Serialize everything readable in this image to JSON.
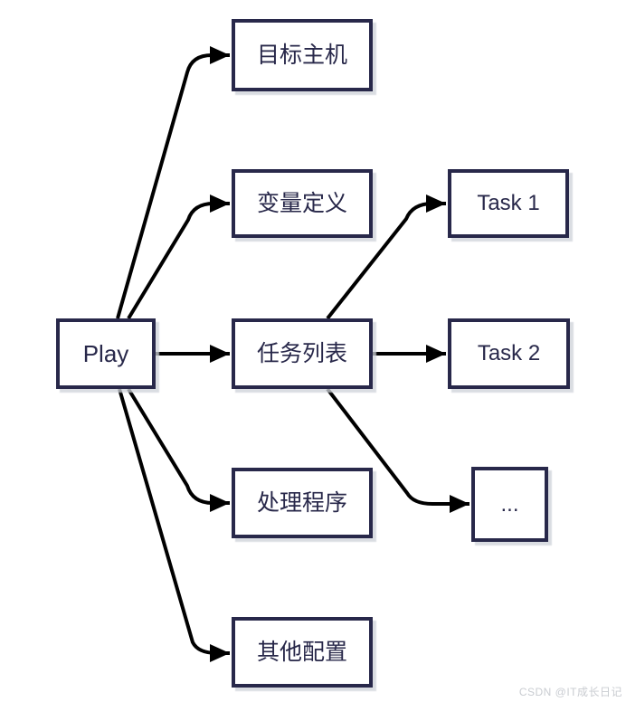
{
  "diagram": {
    "type": "flowchart",
    "direction": "left-to-right",
    "nodes": [
      {
        "id": "play",
        "label": "Play",
        "level": 1
      },
      {
        "id": "target-host",
        "label": "目标主机",
        "level": 2
      },
      {
        "id": "variable-definition",
        "label": "变量定义",
        "level": 2
      },
      {
        "id": "task-list",
        "label": "任务列表",
        "level": 2
      },
      {
        "id": "handlers",
        "label": "处理程序",
        "level": 2
      },
      {
        "id": "other-config",
        "label": "其他配置",
        "level": 2
      },
      {
        "id": "task-1",
        "label": "Task 1",
        "level": 3
      },
      {
        "id": "task-2",
        "label": "Task 2",
        "level": 3
      },
      {
        "id": "more-tasks",
        "label": "...",
        "level": 3
      }
    ],
    "edges": [
      {
        "from": "play",
        "to": "target-host"
      },
      {
        "from": "play",
        "to": "variable-definition"
      },
      {
        "from": "play",
        "to": "task-list"
      },
      {
        "from": "play",
        "to": "handlers"
      },
      {
        "from": "play",
        "to": "other-config"
      },
      {
        "from": "task-list",
        "to": "task-1"
      },
      {
        "from": "task-list",
        "to": "task-2"
      },
      {
        "from": "task-list",
        "to": "more-tasks"
      }
    ],
    "colors": {
      "node_border": "#28284a",
      "node_fill": "#ffffff",
      "node_text": "#28284a",
      "edge": "#000000",
      "shadow": "#cdd1d8",
      "background": "#ffffff"
    }
  },
  "watermark": {
    "text": "CSDN @IT成长日记",
    "color": "#c9ccd1"
  }
}
